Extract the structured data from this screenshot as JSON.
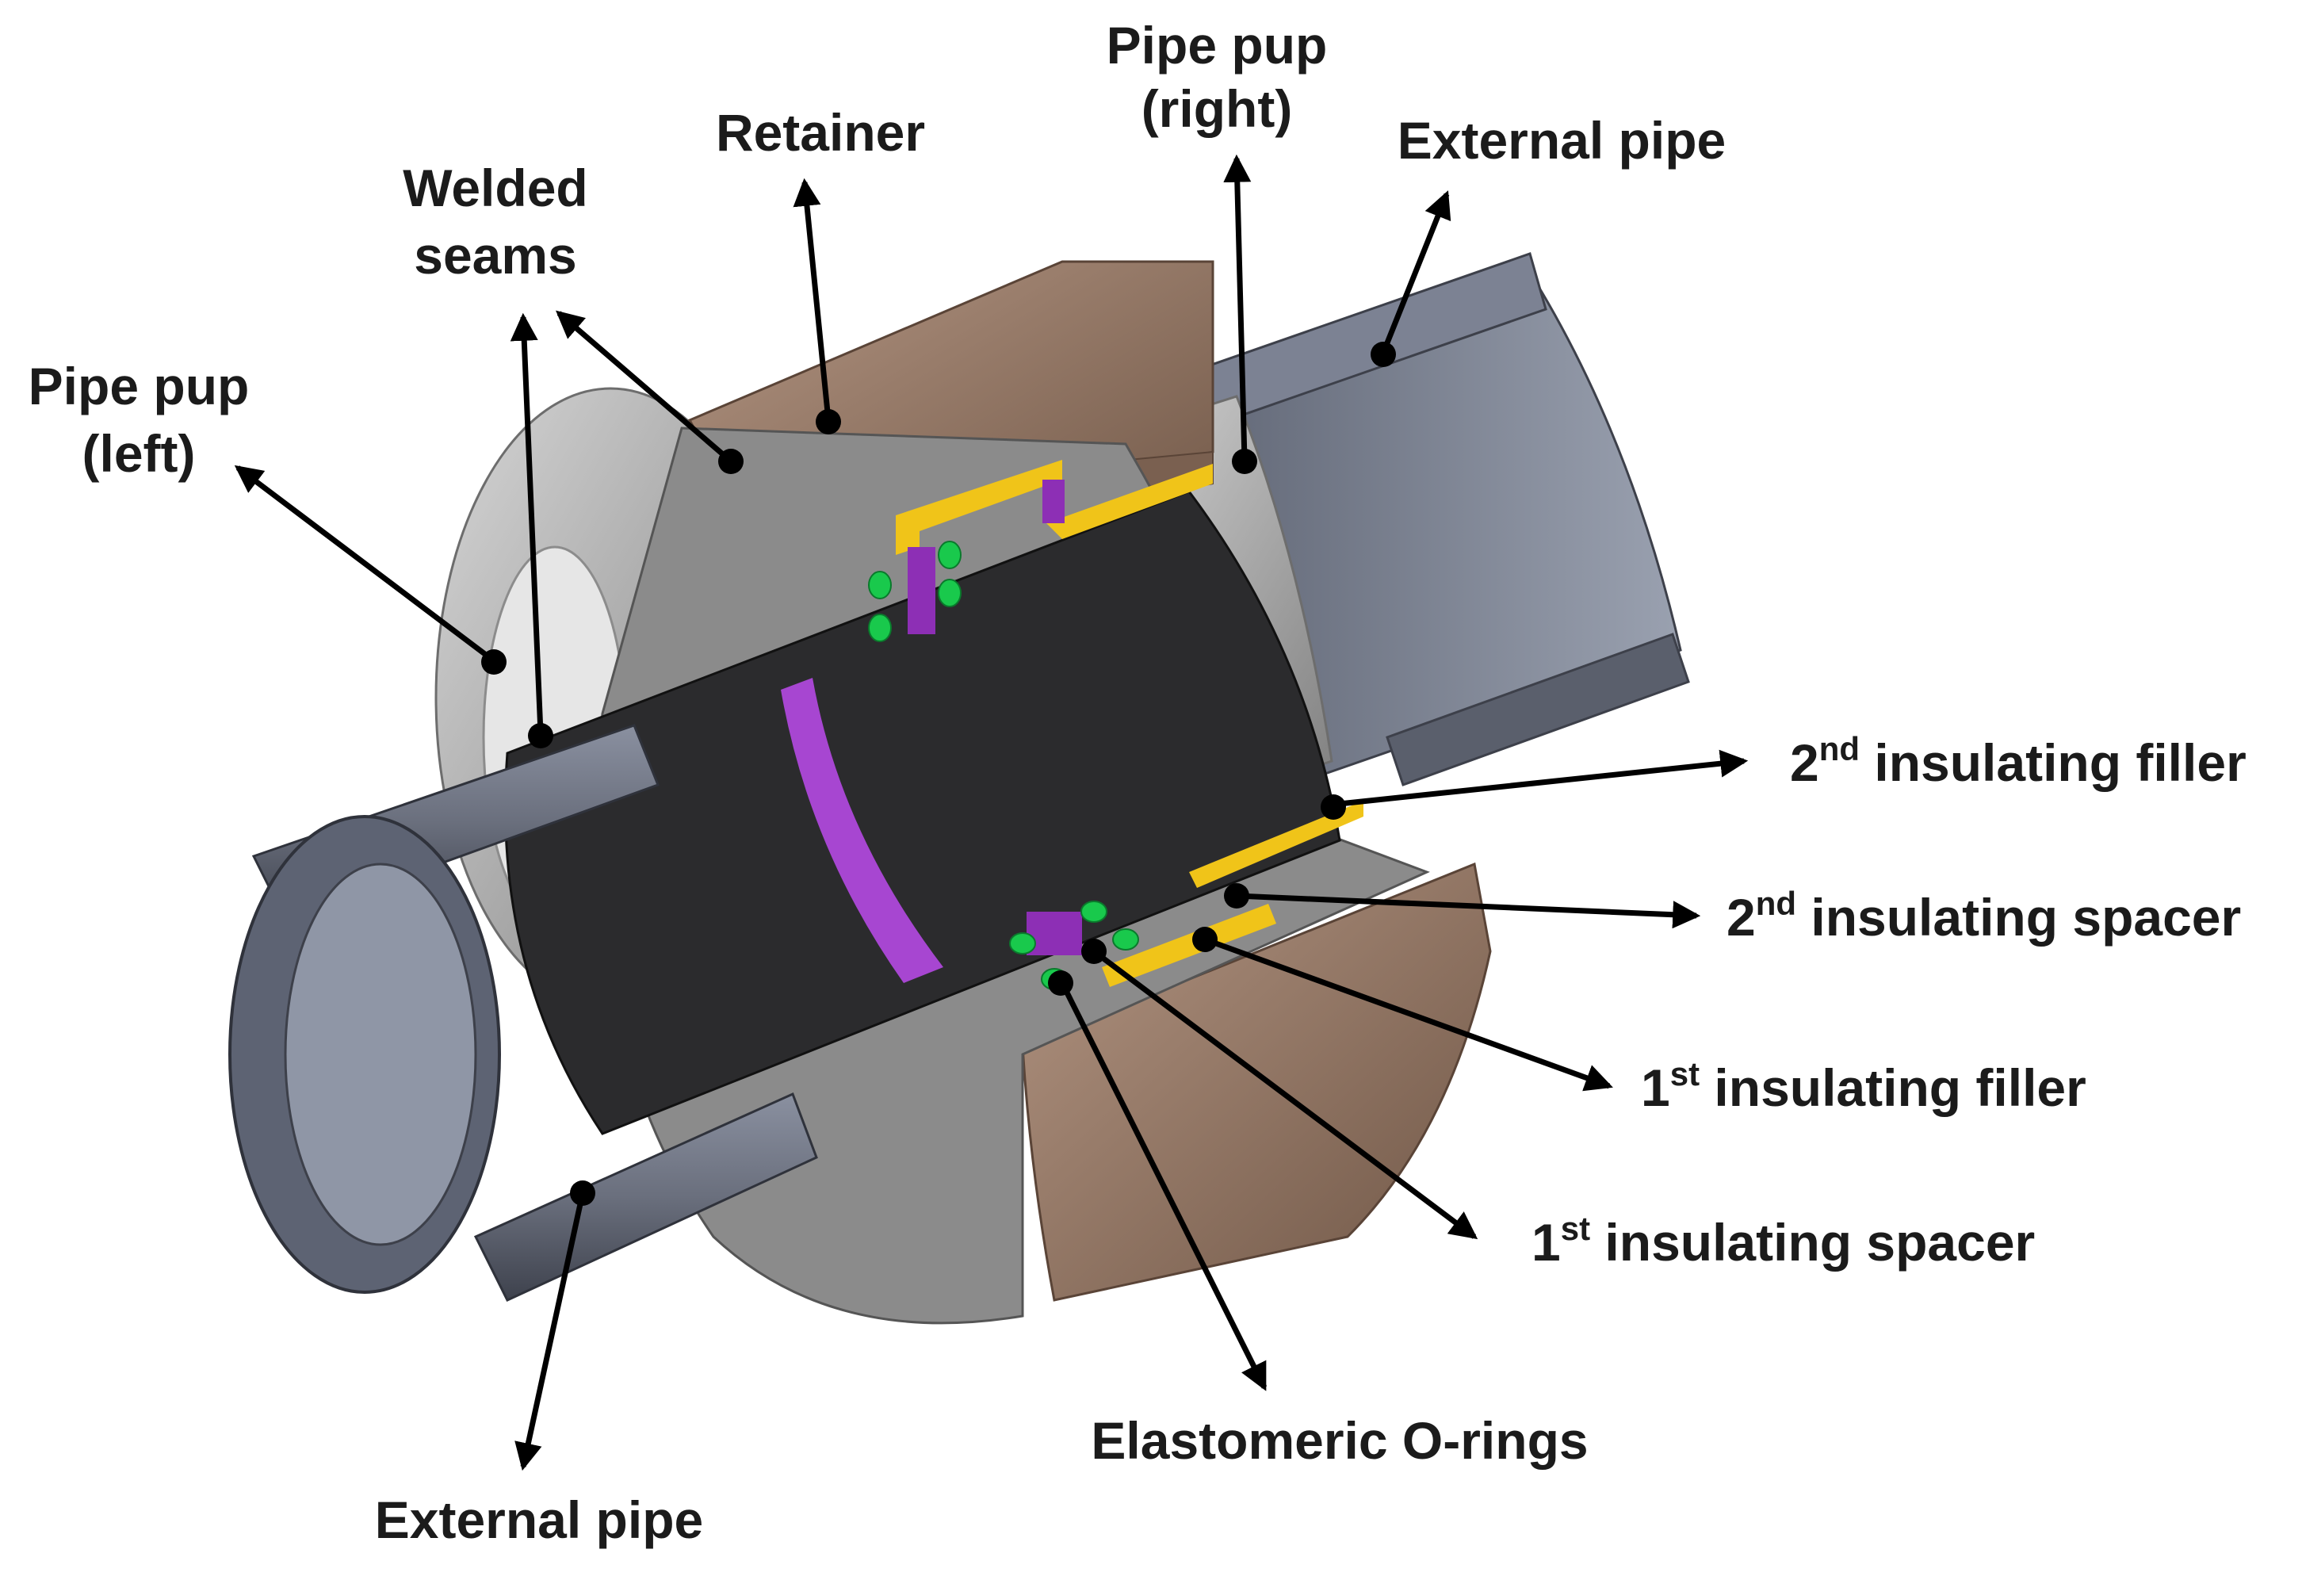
{
  "colors": {
    "pipe": "#6f7481",
    "pipe_dark": "#3b3f4a",
    "inner_liner": "#2b2b2d",
    "retainer": "#8a6e5c",
    "retainer_light": "#a98a76",
    "pup": "#9a9a9a",
    "pup_light": "#c9c9c9",
    "filler": "#f0c419",
    "spacer": "#8d2fb5",
    "spacer_light": "#b45ad6",
    "oring": "#19c94c",
    "arrow": "#000000"
  },
  "labels": {
    "retainer": "Retainer",
    "pup_right_1": "Pipe pup",
    "pup_right_2": "(right)",
    "external_pipe_top": "External pipe",
    "welded_1": "Welded",
    "welded_2": "seams",
    "pup_left_1": "Pipe pup",
    "pup_left_2": "(left)",
    "filler2_num": "2",
    "filler2_sup": "nd",
    "filler2_text": " insulating filler",
    "spacer2_num": "2",
    "spacer2_sup": "nd",
    "spacer2_text": " insulating spacer",
    "filler1_num": "1",
    "filler1_sup": "st",
    "filler1_text": " insulating filler",
    "spacer1_num": "1",
    "spacer1_sup": "st",
    "spacer1_text": " insulating spacer",
    "orings": "Elastomeric O-rings",
    "external_pipe_bottom": "External pipe"
  }
}
